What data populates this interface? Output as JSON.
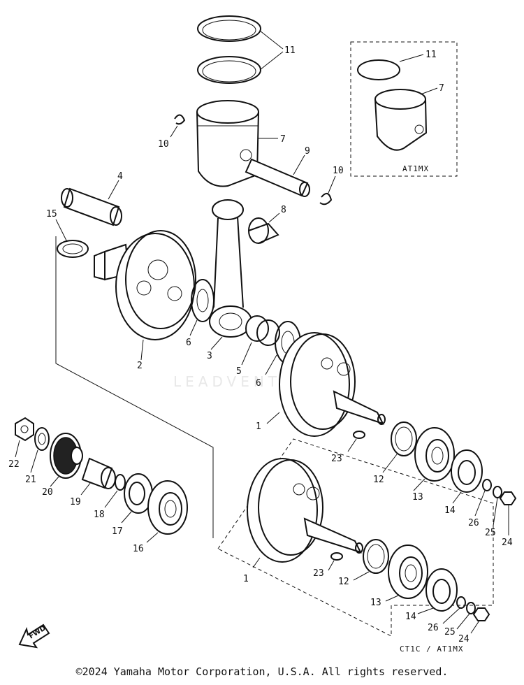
{
  "watermark": "LEADVENTURE",
  "copyright": "©2024 Yamaha Motor Corporation, U.S.A. All rights reserved.",
  "fwd_label": "FWD",
  "box_labels": {
    "at1mx": "AT1MX",
    "ct1c_at1mx": "CT1C / AT1MX"
  },
  "callouts": {
    "c11_rings": "11",
    "c11_box": "11",
    "c7_box": "7",
    "c7_piston": "7",
    "c10_left": "10",
    "c10_right": "10",
    "c9": "9",
    "c4": "4",
    "c8": "8",
    "c15": "15",
    "c6_left": "6",
    "c2": "2",
    "c3": "3",
    "c5": "5",
    "c6_right": "6",
    "c1_upper": "1",
    "c22": "22",
    "c21": "21",
    "c20": "20",
    "c19": "19",
    "c18": "18",
    "c17": "17",
    "c16": "16",
    "c23_upper": "23",
    "c12_upper": "12",
    "c13_upper": "13",
    "c14_upper": "14",
    "c26_upper": "26",
    "c25_upper": "25",
    "c24_upper": "24",
    "c1_lower": "1",
    "c23_lower": "23",
    "c12_lower": "12",
    "c13_lower": "13",
    "c14_lower": "14",
    "c26_lower": "26",
    "c25_lower": "25",
    "c24_lower": "24"
  }
}
